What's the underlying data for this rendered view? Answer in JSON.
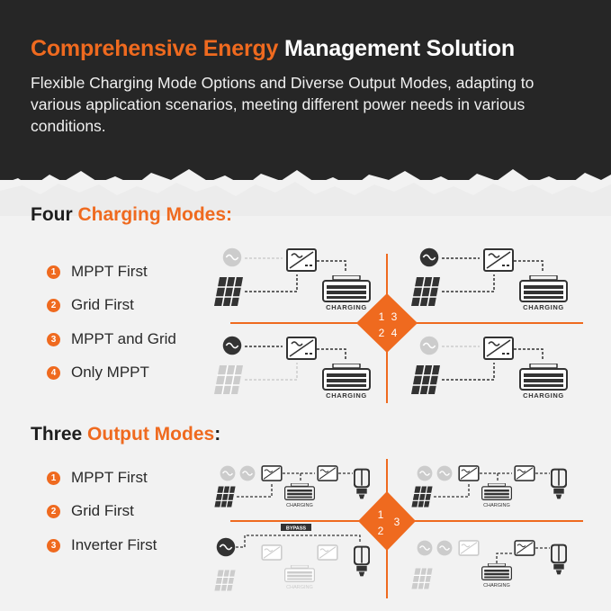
{
  "header": {
    "title_accent": "Comprehensive Energy",
    "title_rest": " Management Solution",
    "subtitle": "Flexible Charging Mode Options and Diverse Output Modes, adapting to various application scenarios, meeting different power needs in various conditions."
  },
  "charging": {
    "title_plain": "Four ",
    "title_accent": "Charging Modes:",
    "modes": [
      {
        "num": "1",
        "label": "MPPT First"
      },
      {
        "num": "2",
        "label": "Grid First"
      },
      {
        "num": "3",
        "label": "MPPT and Grid"
      },
      {
        "num": "4",
        "label": "Only MPPT"
      }
    ],
    "diagram_label": "CHARGING",
    "quadrants": [
      "1",
      "2",
      "3",
      "4"
    ]
  },
  "output": {
    "title_plain": "Three ",
    "title_accent": "Output Modes",
    "title_end": ":",
    "modes": [
      {
        "num": "1",
        "label": "MPPT First"
      },
      {
        "num": "2",
        "label": "Grid First"
      },
      {
        "num": "3",
        "label": "Inverter First"
      }
    ],
    "diagram_label": "CHARGING",
    "bypass_label": "BYPASS",
    "quadrants": [
      "1",
      "2",
      "3"
    ]
  },
  "colors": {
    "accent": "#ef6a1f",
    "dark": "#262626"
  }
}
